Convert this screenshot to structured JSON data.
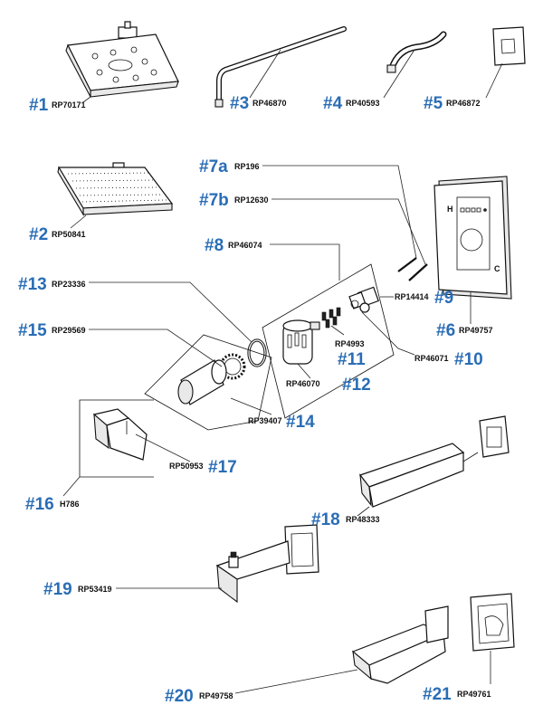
{
  "parts": [
    {
      "id": "p1",
      "number": "#1",
      "code": "RP70171"
    },
    {
      "id": "p2",
      "number": "#2",
      "code": "RP50841"
    },
    {
      "id": "p3",
      "number": "#3",
      "code": "RP46870"
    },
    {
      "id": "p4",
      "number": "#4",
      "code": "RP40593"
    },
    {
      "id": "p5",
      "number": "#5",
      "code": "RP46872"
    },
    {
      "id": "p6",
      "number": "#6",
      "code": "RP49757"
    },
    {
      "id": "p7a",
      "number": "#7a",
      "code": "RP196"
    },
    {
      "id": "p7b",
      "number": "#7b",
      "code": "RP12630"
    },
    {
      "id": "p8",
      "number": "#8",
      "code": "RP46074"
    },
    {
      "id": "p9",
      "number": "#9",
      "code": "RP14414"
    },
    {
      "id": "p10",
      "number": "#10",
      "code": "RP46071"
    },
    {
      "id": "p11",
      "number": "#11",
      "code": "RP4993"
    },
    {
      "id": "p12",
      "number": "#12",
      "code": "RP46070"
    },
    {
      "id": "p13",
      "number": "#13",
      "code": "RP23336"
    },
    {
      "id": "p14",
      "number": "#14",
      "code": "RP39407"
    },
    {
      "id": "p15",
      "number": "#15",
      "code": "RP29569"
    },
    {
      "id": "p16",
      "number": "#16",
      "code": "H786"
    },
    {
      "id": "p17",
      "number": "#17",
      "code": "RP50953"
    },
    {
      "id": "p18",
      "number": "#18",
      "code": "RP48333"
    },
    {
      "id": "p19",
      "number": "#19",
      "code": "RP53419"
    },
    {
      "id": "p20",
      "number": "#20",
      "code": "RP49758"
    },
    {
      "id": "p21",
      "number": "#21",
      "code": "RP49761"
    }
  ],
  "trim_plate": {
    "hot_label": "H",
    "cold_label": "C"
  }
}
